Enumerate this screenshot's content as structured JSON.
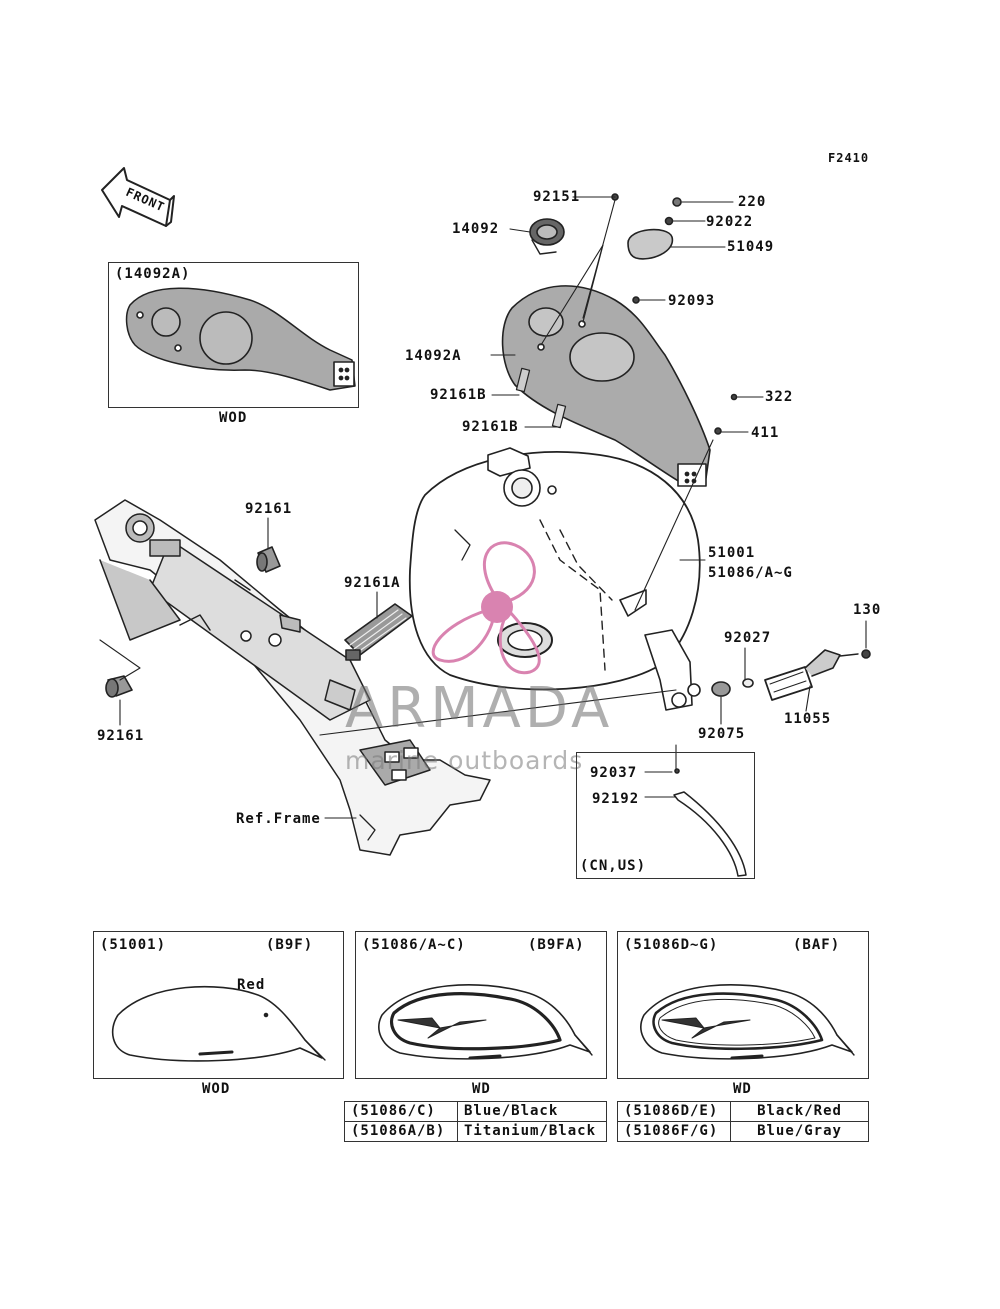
{
  "diagram": {
    "code": "F2410",
    "front_label": "FRONT"
  },
  "parts": {
    "p92151": "92151",
    "p220": "220",
    "p92022": "92022",
    "p14092": "14092",
    "p51049": "51049",
    "p92093": "92093",
    "p14092A": "14092A",
    "p92161B_1": "92161B",
    "p92161B_2": "92161B",
    "p322": "322",
    "p411": "411",
    "p92161_top": "92161",
    "p51001": "51001",
    "p51086": "51086/A~G",
    "p92161A": "92161A",
    "p130": "130",
    "p92027": "92027",
    "p92161_bottom": "92161",
    "p11055": "11055",
    "p92075": "92075",
    "p92037": "92037",
    "p92192": "92192",
    "ref_frame": "Ref.Frame"
  },
  "inset_14092A": {
    "title": "(14092A)",
    "caption": "WOD"
  },
  "inset_cn_us": {
    "title": "(CN,US)"
  },
  "variants": [
    {
      "part": "(51001)",
      "code": "(B9F)",
      "caption": "WOD",
      "note": "Red"
    },
    {
      "part": "(51086/A~C)",
      "code": "(B9FA)",
      "caption": "WD"
    },
    {
      "part": "(51086D~G)",
      "code": "(BAF)",
      "caption": "WD"
    }
  ],
  "color_table_left": [
    {
      "part": "(51086/C)",
      "color": "Blue/Black"
    },
    {
      "part": "(51086A/B)",
      "color": "Titanium/Black"
    }
  ],
  "color_table_right": [
    {
      "part": "(51086D/E)",
      "color": "Black/Red"
    },
    {
      "part": "(51086F/G)",
      "color": "Blue/Gray"
    }
  ],
  "watermark": {
    "brand": "ARMADA",
    "tagline": "marine outboards",
    "logo_color": "#d983b0"
  }
}
